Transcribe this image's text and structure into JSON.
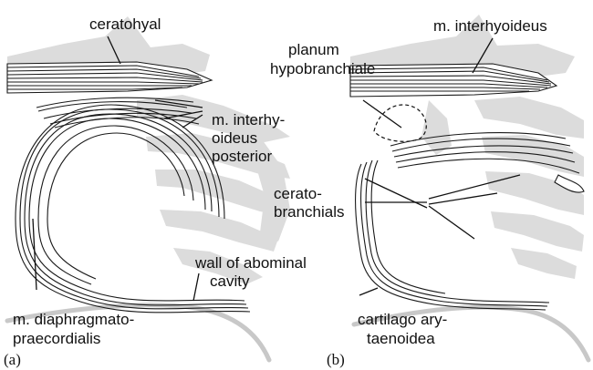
{
  "panels": {
    "a": {
      "panel_label": "(a)",
      "labels": {
        "ceratohyal": "ceratohyal",
        "interhyoideus_posterior": [
          "m. interhy-",
          "oideus",
          "posterior"
        ],
        "wall": [
          "wall of abominal",
          "cavity"
        ],
        "diaphragmato": [
          "m. diaphragmato-",
          "praecordialis"
        ]
      }
    },
    "b": {
      "panel_label": "(b)",
      "labels": {
        "interhyoideus": "m. interhyoideus",
        "planum": [
          "planum",
          "hypobranchiale"
        ],
        "ceratobranchials": [
          "cerato-",
          "branchials"
        ],
        "cartilago": [
          "cartilago ary-",
          "taenoidea"
        ]
      }
    }
  },
  "colors": {
    "background": "#ffffff",
    "ghost_anatomy": "#dcdcdc",
    "outline": "#1a1a1a"
  }
}
